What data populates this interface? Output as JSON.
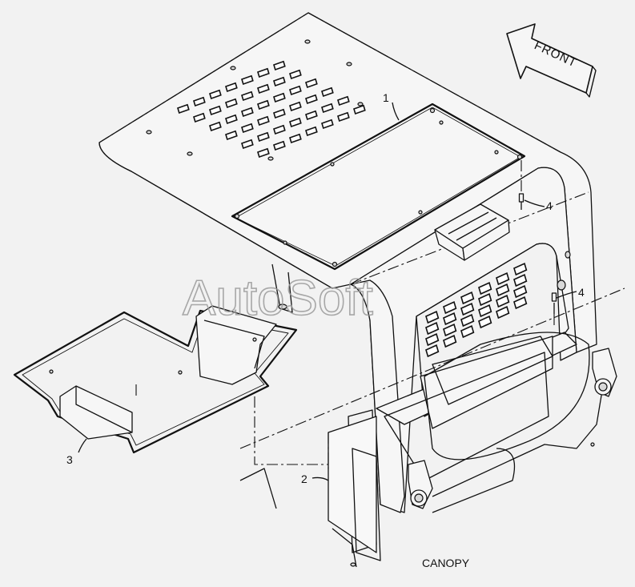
{
  "diagram": {
    "caption": "CANOPY",
    "direction_label": "FRONT",
    "watermark": "AutoSoft",
    "callouts": [
      {
        "id": "1",
        "label": "1"
      },
      {
        "id": "2",
        "label": "2"
      },
      {
        "id": "3",
        "label": "3"
      },
      {
        "id": "4a",
        "label": "4"
      },
      {
        "id": "4b",
        "label": "4"
      }
    ]
  }
}
